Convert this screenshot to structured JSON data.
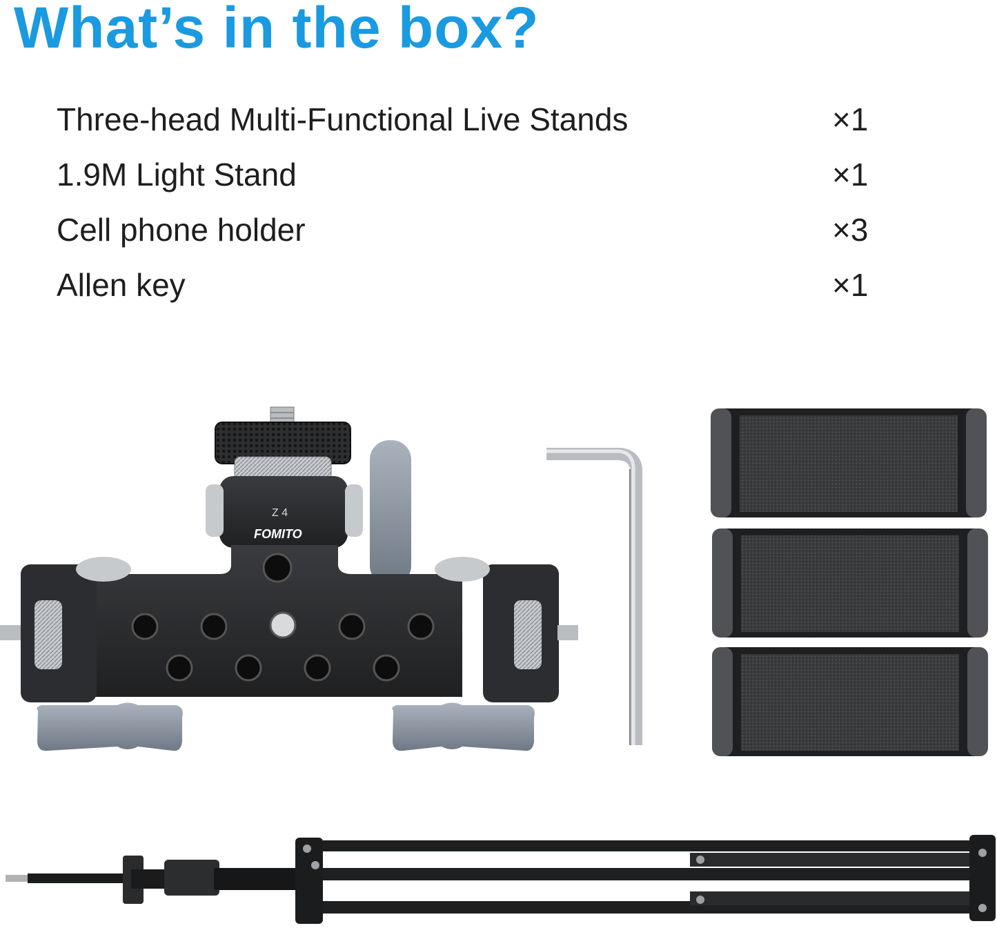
{
  "header": {
    "title": "What’s in the box?",
    "title_color": "#1a9ae0"
  },
  "items": [
    {
      "name": "Three-head Multi-Functional Live Stands",
      "qty": "×1"
    },
    {
      "name": "1.9M Light Stand",
      "qty": "×1"
    },
    {
      "name": "Cell phone holder",
      "qty": "×3"
    },
    {
      "name": "Allen key",
      "qty": "×1"
    }
  ],
  "products": {
    "mount": {
      "icon": "multi-functional-mount-icon",
      "brand": "FOMITO",
      "model": "Z 4"
    },
    "allen_key": {
      "icon": "allen-key-icon"
    },
    "phone_holders": {
      "icon": "phone-holder-icon",
      "count": 3
    },
    "light_stand": {
      "icon": "light-stand-icon"
    }
  },
  "colors": {
    "body_black": "#2a2b2d",
    "knob_grey": "#8e98a3",
    "text": "#1e1e1e"
  }
}
